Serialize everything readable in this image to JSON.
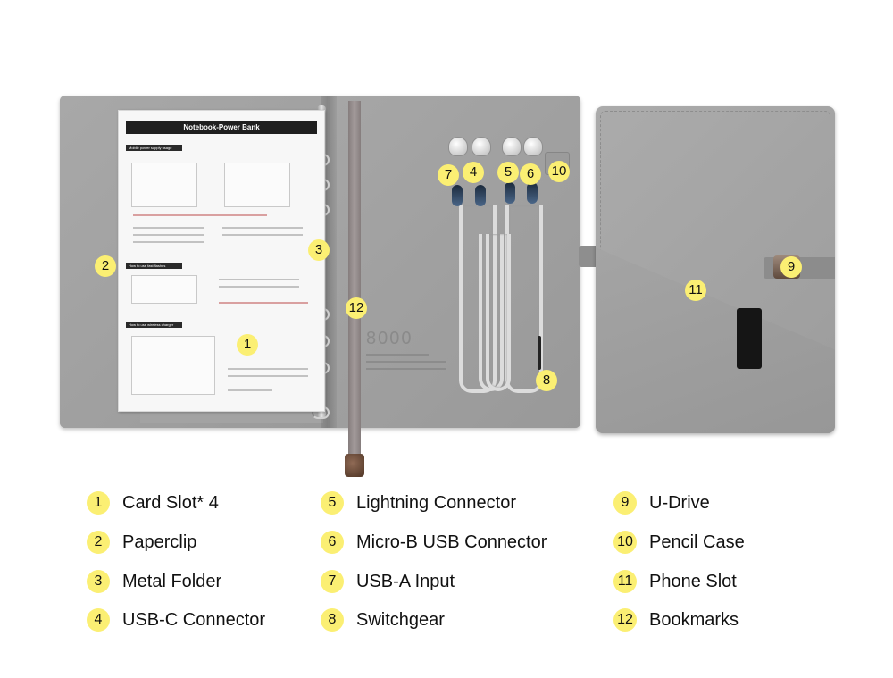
{
  "manual": {
    "title": "Notebook-Power Bank",
    "sections": [
      "Mobile power supply usage",
      "How to use fast flashes",
      "How to use wireless charger"
    ]
  },
  "power_bank_label": "8000",
  "markers": {
    "m1": "1",
    "m2": "2",
    "m3": "3",
    "m4": "4",
    "m5": "5",
    "m6": "6",
    "m7": "7",
    "m8": "8",
    "m9": "9",
    "m10": "10",
    "m11": "11",
    "m12": "12"
  },
  "legend": [
    {
      "number": "1",
      "label": "Card Slot* 4"
    },
    {
      "number": "2",
      "label": "Paperclip"
    },
    {
      "number": "3",
      "label": "Metal Folder"
    },
    {
      "number": "4",
      "label": "USB-C Connector"
    },
    {
      "number": "5",
      "label": "Lightning Connector"
    },
    {
      "number": "6",
      "label": "Micro-B USB Connector"
    },
    {
      "number": "7",
      "label": "USB-A Input"
    },
    {
      "number": "8",
      "label": "Switchgear"
    },
    {
      "number": "9",
      "label": "U-Drive"
    },
    {
      "number": "10",
      "label": "Pencil Case"
    },
    {
      "number": "11",
      "label": "Phone Slot"
    },
    {
      "number": "12",
      "label": "Bookmarks"
    }
  ],
  "colors": {
    "badge": "#fbef73",
    "fabric": "#9d9d9d",
    "text": "#111111"
  }
}
